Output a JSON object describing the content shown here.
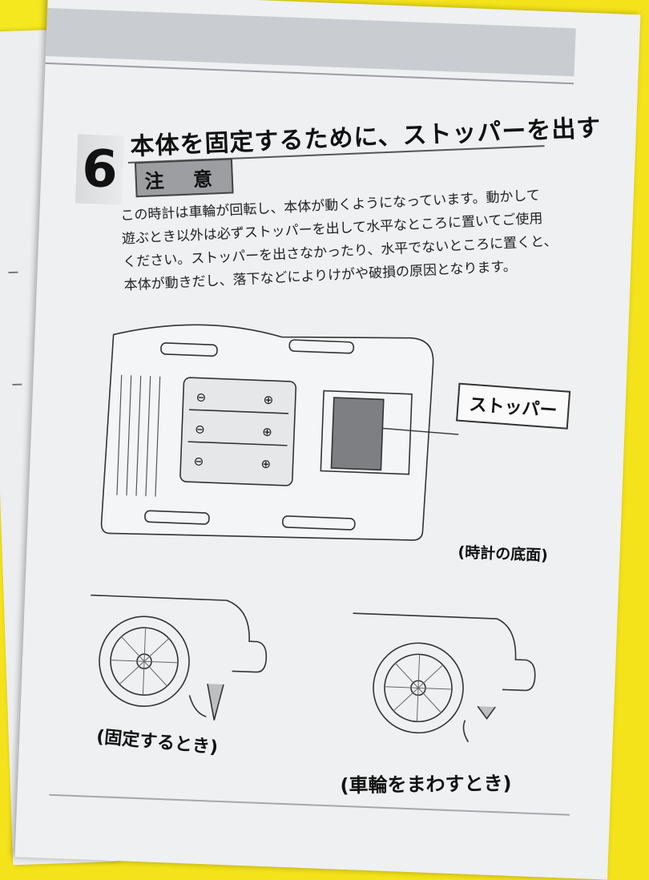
{
  "step": {
    "number": "6",
    "heading": "本体を固定するために、ストッパーを出す"
  },
  "caution": {
    "badge": "注 意",
    "lines": [
      "この時計は車輪が回転し、本体が動くようになっています。動かして",
      "遊ぶとき以外は必ずストッパーを出して水平なところに置いてご使用",
      "ください。ストッパーを出さなかったり、水平でないところに置くと、",
      "本体が動きだし、落下などによりけがや破損の原因となります。"
    ]
  },
  "diagram": {
    "stopper_label": "ストッパー",
    "bottom_caption": "(時計の底面)",
    "battery_minus": "⊖",
    "battery_plus": "⊕"
  },
  "wheel_illustrations": {
    "fixed_caption": "(固定するとき)",
    "rolling_caption": "(車輪をまわすとき)"
  },
  "colors": {
    "background": "#f4e31a",
    "paper": "#eef0f2",
    "band": "#c9ccd0",
    "badge": "#9c9ea1",
    "stopper": "#7d7f82"
  }
}
